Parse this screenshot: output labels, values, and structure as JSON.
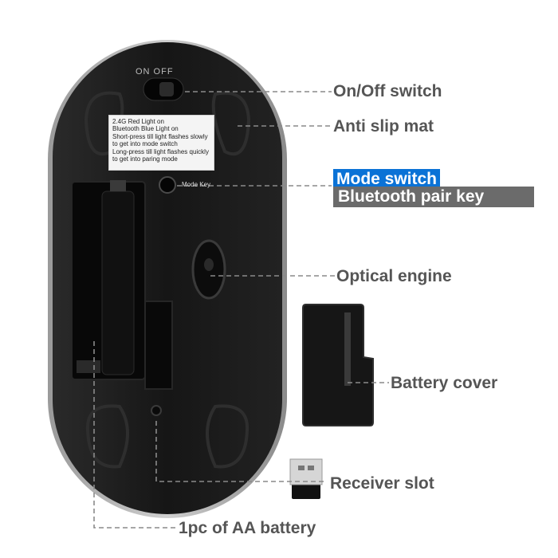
{
  "mouse_markings": {
    "power_label": "ON OFF",
    "mode_key_label": "Mode Key"
  },
  "sticker": {
    "lines": [
      "2.4G Red Light on",
      "Bluetooth Blue Light on",
      "Short-press till light flashes slowly",
      "to get into mode switch",
      "Long-press till light flashes quickly",
      "to get into paring mode"
    ]
  },
  "callouts": {
    "on_off_switch": "On/Off switch",
    "anti_slip_mat": "Anti slip mat",
    "mode_switch": "Mode switch",
    "bluetooth_pair_key": "Bluetooth pair key",
    "optical_engine": "Optical engine",
    "battery_cover": "Battery cover",
    "receiver_slot": "Receiver slot",
    "aa_battery": "1pc of AA battery"
  },
  "colors": {
    "callout_text": "#555555",
    "highlight_blue": "#0a72d6",
    "highlight_gray": "#6b6b6b",
    "mouse_body": "#141414"
  }
}
